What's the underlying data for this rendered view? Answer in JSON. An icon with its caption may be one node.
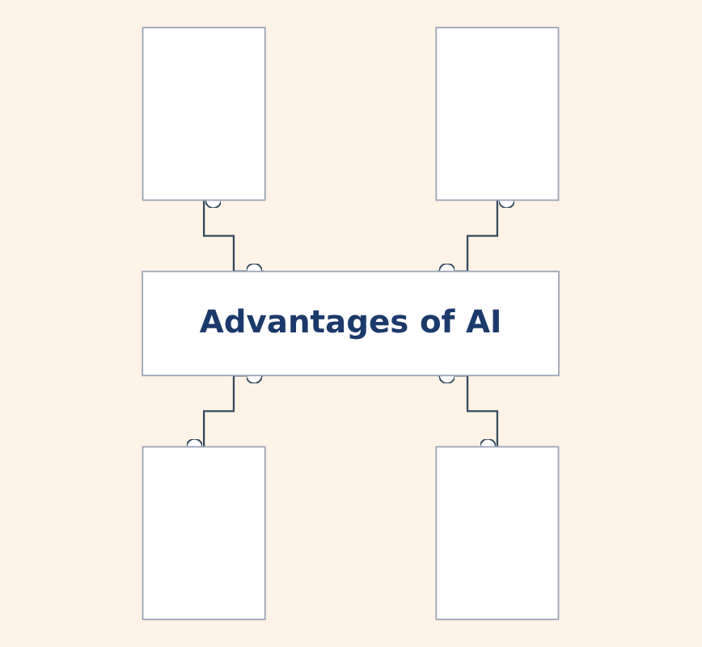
{
  "diagram": {
    "nodes": [
      {
        "text": [],
        "shape": "box"
      },
      {
        "text": [],
        "shape": "box"
      },
      {
        "text": [
          "Advantages of AI"
        ]
      },
      {
        "text": [],
        "shape": "box"
      },
      {
        "text": [],
        "shape": "box"
      }
    ],
    "edges": [
      {
        "from": 0,
        "to": 2,
        "arrow": "other"
      },
      {
        "from": 1,
        "to": 2,
        "arrow": "other"
      },
      {
        "from": 2,
        "to": 3,
        "arrow": "other"
      },
      {
        "from": 2,
        "to": 4,
        "arrow": "other"
      }
    ]
  }
}
